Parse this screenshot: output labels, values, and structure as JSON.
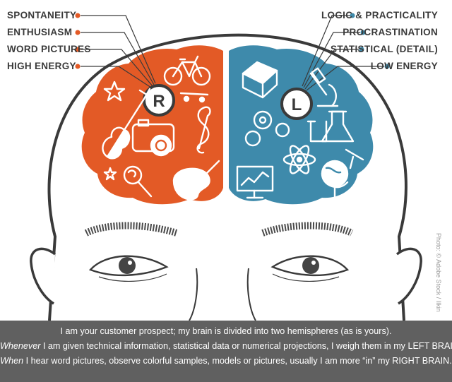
{
  "left_labels": [
    "SPONTANEITY",
    "ENTHUSIASM",
    "WORD PICTURES",
    "HIGH ENERGY"
  ],
  "right_labels": [
    "LOGIC & PRACTICALITY",
    "PROCRASTINATION",
    "STATISTICAL (DETAIL)",
    "LOW ENERGY"
  ],
  "hemispheres": {
    "right_letter": "R",
    "left_letter": "L"
  },
  "colors": {
    "right_brain": "#e35a26",
    "left_brain": "#3e8aab",
    "label_text": "#3a3a3a",
    "caption_bg": "#606060",
    "outline": "#3a3a3a"
  },
  "credit": "Photo: © Adobe Stock / Ilkin",
  "caption": {
    "line1": "I am your customer prospect; my brain is divided into two hemispheres (as is yours).",
    "line2_em": "Whenever",
    "line2_rest": " I am given technical information, statistical data or numerical projections, I weigh them in my LEFT BRAIN.",
    "line3_em": "When",
    "line3_rest": " I hear word pictures, observe colorful samples, models or pictures, usually I am more “in” my RIGHT BRAIN."
  },
  "icons_right_brain": [
    "bicycle-icon",
    "guitar-icon",
    "camera-icon",
    "treble-clef-icon",
    "skateboard-icon",
    "lollipop-icon",
    "palette-icon",
    "star-icon"
  ],
  "icons_left_brain": [
    "books-icon",
    "microscope-icon",
    "gears-icon",
    "flask-icon",
    "beaker-icon",
    "atom-icon",
    "monitor-chart-icon",
    "globe-icon",
    "telescope-icon"
  ]
}
